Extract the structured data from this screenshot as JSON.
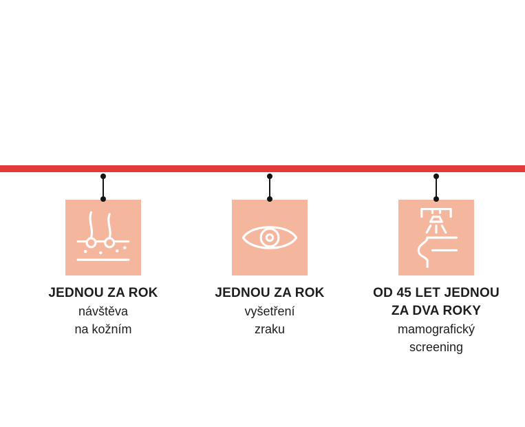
{
  "colors": {
    "background": "#ffffff",
    "timeline_red": "#e23a3a",
    "tile_salmon": "#f5b69e",
    "icon_stroke": "#ffffff",
    "connector_black": "#141414",
    "text": "#1d1d1b"
  },
  "timeline": {
    "orientation": "horizontal"
  },
  "items": [
    {
      "icon": "skin-dermatology-icon",
      "title_lines": {
        "0": "JEDNOU ZA ROK"
      },
      "body_lines": {
        "0": "návštěva",
        "1": "na kožním"
      }
    },
    {
      "icon": "eye-icon",
      "title_lines": {
        "0": "JEDNOU ZA ROK"
      },
      "body_lines": {
        "0": "vyšetření",
        "1": "zraku"
      }
    },
    {
      "icon": "mammography-icon",
      "title_lines": {
        "0": "OD 45 LET JEDNOU",
        "1": "ZA DVA ROKY"
      },
      "body_lines": {
        "0": "mamografický",
        "1": "screening"
      }
    }
  ]
}
